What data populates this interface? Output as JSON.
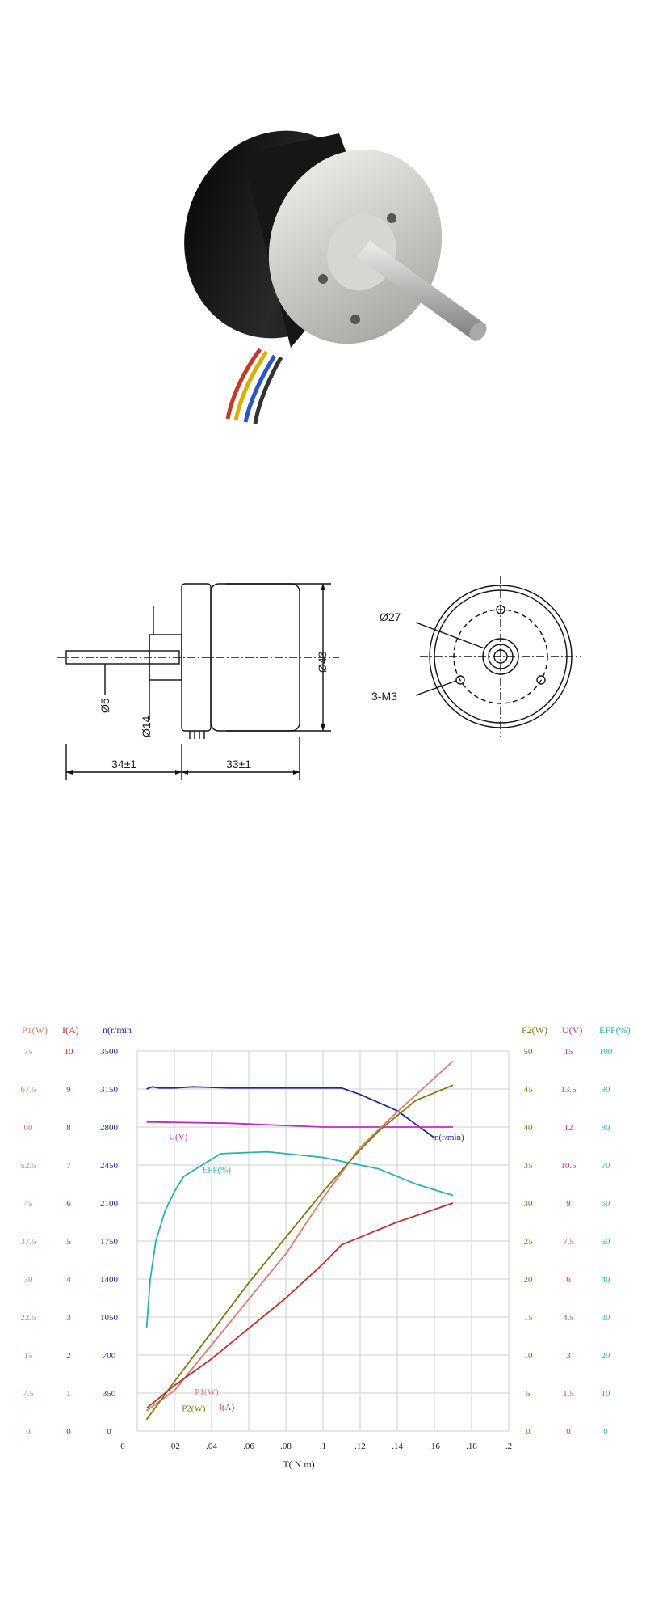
{
  "drawing": {
    "labels": {
      "shaft_dia": "Ø5",
      "hub_dia": "Ø14",
      "body_dia": "Ø43",
      "shaft_len": "34±1",
      "body_len": "33±1",
      "pcd": "Ø27",
      "holes": "3-M3"
    }
  },
  "chart_data": {
    "type": "line",
    "xlabel": "T( N.m)",
    "x_ticks": [
      "0",
      ".02",
      ".04",
      ".06",
      ".08",
      ".1",
      ".12",
      ".14",
      ".16",
      ".18",
      ".2"
    ],
    "xlim": [
      0,
      0.2
    ],
    "left_axes": [
      {
        "key": "P1",
        "label": "P1(W)",
        "color": "#e07a6c",
        "ticks": [
          "0",
          "7.5",
          "15",
          "22.5",
          "30",
          "37.5",
          "45",
          "52.5",
          "60",
          "67.5",
          "75"
        ]
      },
      {
        "key": "I",
        "label": "I(A)",
        "color": "#c0302a",
        "ticks": [
          "0",
          "1",
          "2",
          "3",
          "4",
          "5",
          "6",
          "7",
          "8",
          "9",
          "10"
        ]
      },
      {
        "key": "n",
        "label": "n(r/min",
        "color": "#1e2a9c",
        "ticks": [
          "0",
          "350",
          "700",
          "1050",
          "1400",
          "1750",
          "2100",
          "2450",
          "2800",
          "3150",
          "3500"
        ]
      }
    ],
    "right_axes": [
      {
        "key": "P2",
        "label": "P2(W)",
        "color": "#7a7a10",
        "ticks": [
          "0",
          "5",
          "10",
          "15",
          "20",
          "25",
          "30",
          "35",
          "40",
          "45",
          "50"
        ]
      },
      {
        "key": "U",
        "label": "U(V)",
        "color": "#c02ac0",
        "ticks": [
          "0",
          "1.5",
          "3",
          "4.5",
          "6",
          "7.5",
          "9",
          "10.5",
          "12",
          "13.5",
          "15"
        ]
      },
      {
        "key": "EFF",
        "label": "EFF(%)",
        "color": "#2ab0b0",
        "ticks": [
          "0",
          "10",
          "20",
          "30",
          "40",
          "50",
          "60",
          "70",
          "80",
          "90",
          "100"
        ]
      }
    ],
    "series": [
      {
        "name": "n(r/min)",
        "axis": "n",
        "color": "#1e2a9c",
        "x": [
          0.005,
          0.008,
          0.012,
          0.02,
          0.03,
          0.05,
          0.08,
          0.11,
          0.12,
          0.14,
          0.16
        ],
        "y": [
          3150,
          3170,
          3160,
          3160,
          3170,
          3160,
          3160,
          3160,
          3100,
          2950,
          2700
        ]
      },
      {
        "name": "U(V)",
        "axis": "U",
        "color": "#c02ac0",
        "x": [
          0.005,
          0.05,
          0.1,
          0.17
        ],
        "y": [
          12.2,
          12.15,
          12.0,
          12.0
        ]
      },
      {
        "name": "EFF(%)",
        "axis": "EFF",
        "color": "#2ab0b0",
        "x": [
          0.005,
          0.007,
          0.01,
          0.015,
          0.02,
          0.025,
          0.035,
          0.045,
          0.07,
          0.1,
          0.13,
          0.15,
          0.17
        ],
        "y": [
          27,
          40,
          50,
          58,
          63,
          67,
          70,
          73,
          73.5,
          72,
          69,
          65,
          62
        ]
      },
      {
        "name": "P1(W)",
        "axis": "P1",
        "color": "#e07a6c",
        "x": [
          0.005,
          0.02,
          0.04,
          0.06,
          0.08,
          0.1,
          0.12,
          0.14,
          0.17
        ],
        "y": [
          4,
          8,
          17,
          26,
          35,
          46,
          56,
          63,
          73
        ]
      },
      {
        "name": "P2(W)",
        "axis": "P2",
        "color": "#7a7a10",
        "x": [
          0.005,
          0.02,
          0.04,
          0.06,
          0.08,
          0.1,
          0.12,
          0.13,
          0.15,
          0.17
        ],
        "y": [
          1.5,
          6.5,
          13,
          19.5,
          25.5,
          31.5,
          37,
          39.5,
          43.5,
          45.5
        ]
      },
      {
        "name": "I(A)",
        "axis": "I",
        "color": "#c0302a",
        "x": [
          0.005,
          0.02,
          0.04,
          0.06,
          0.08,
          0.1,
          0.11,
          0.12,
          0.14,
          0.17
        ],
        "y": [
          0.6,
          1.2,
          1.9,
          2.7,
          3.5,
          4.4,
          4.9,
          5.1,
          5.5,
          6.0
        ]
      }
    ],
    "annotations": [
      {
        "text": "n(r/min)",
        "color": "#1e2a9c",
        "x": 0.16,
        "axis": "n",
        "y": 2680
      },
      {
        "text": "U(V)",
        "color": "#c02ac0",
        "x": 0.017,
        "axis": "U",
        "y": 11.5
      },
      {
        "text": "EFF(%)",
        "color": "#2ab0b0",
        "x": 0.035,
        "axis": "EFF",
        "y": 68
      },
      {
        "text": "P1(W)",
        "color": "#e07a6c",
        "x": 0.031,
        "axis": "P1",
        "y": 7.2
      },
      {
        "text": "P2(W)",
        "color": "#7a7a10",
        "x": 0.024,
        "axis": "P2",
        "y": 2.6
      },
      {
        "text": "I(A)",
        "color": "#c0302a",
        "x": 0.044,
        "axis": "I",
        "y": 0.55
      }
    ],
    "grid": true
  }
}
